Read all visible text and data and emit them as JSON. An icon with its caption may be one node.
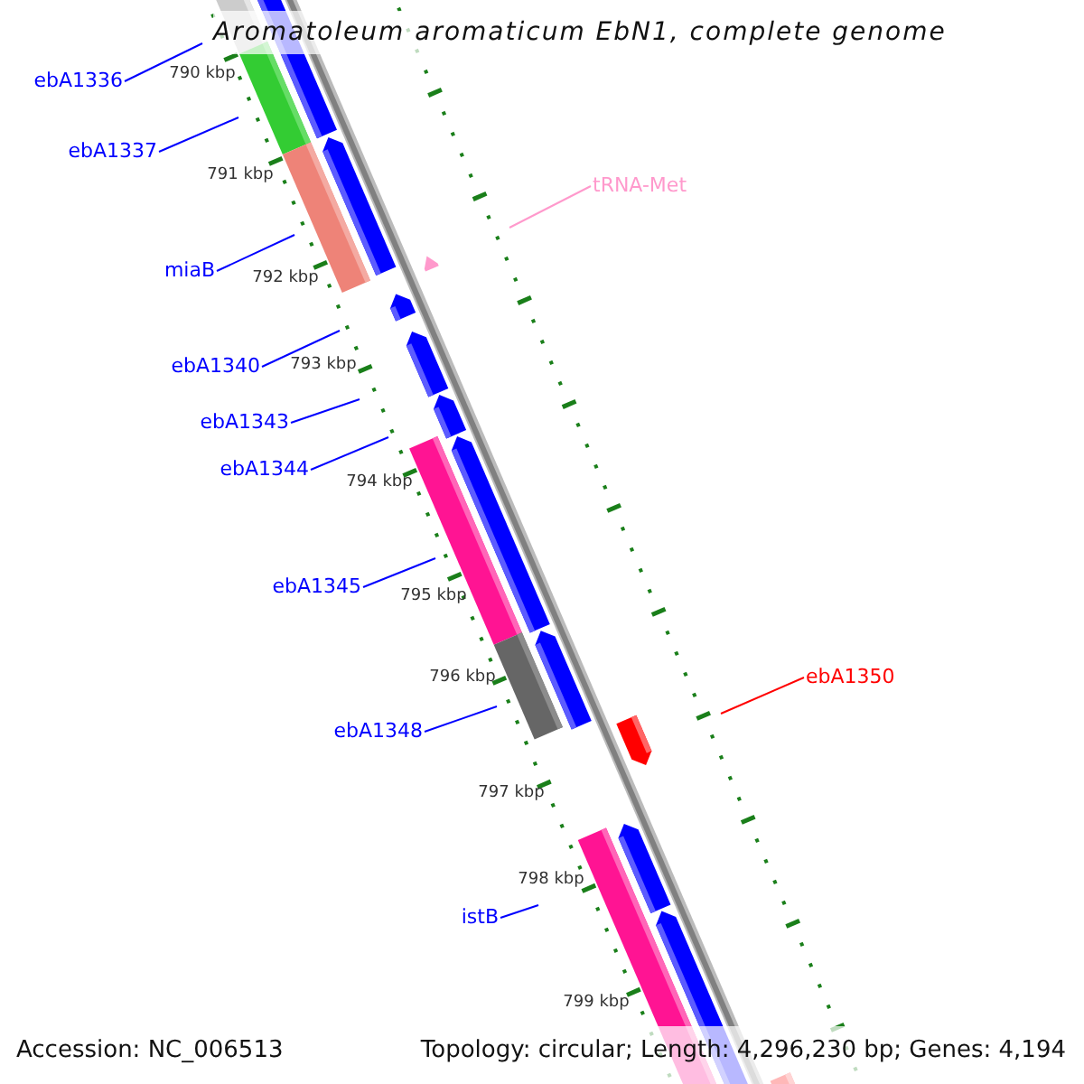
{
  "diagram": {
    "title": "Aromatoleum aromaticum EbN1, complete genome",
    "nodes": [
      {
        "text": [
          "ebA1336"
        ]
      },
      {
        "text": [
          "ebA1337"
        ]
      },
      {
        "text": [
          "tRNA-Met"
        ]
      },
      {
        "text": [
          "miaB"
        ]
      },
      {
        "text": [
          "ebA1340"
        ]
      },
      {
        "text": [
          "ebA1343"
        ]
      },
      {
        "text": [
          "ebA1344"
        ]
      },
      {
        "text": [
          "ebA1345"
        ]
      },
      {
        "text": [
          "ebA1350"
        ]
      },
      {
        "text": [
          "ebA1348"
        ]
      },
      {
        "text": [
          "istB"
        ]
      }
    ],
    "edges": [
      {
        "from": 0,
        "to": null,
        "arrow": "none"
      },
      {
        "from": 1,
        "to": null,
        "arrow": "none"
      },
      {
        "from": 2,
        "to": null,
        "arrow": "none",
        "color": "#ff99cc"
      },
      {
        "from": 3,
        "to": null,
        "arrow": "none"
      },
      {
        "from": 4,
        "to": null,
        "arrow": "none"
      },
      {
        "from": 5,
        "to": null,
        "arrow": "none"
      },
      {
        "from": 6,
        "to": null,
        "arrow": "none"
      },
      {
        "from": 7,
        "to": null,
        "arrow": "none"
      },
      {
        "from": 8,
        "to": null,
        "arrow": "none",
        "color": "#ff0000"
      },
      {
        "from": 9,
        "to": null,
        "arrow": "none"
      },
      {
        "from": 10,
        "to": null,
        "arrow": "none"
      }
    ],
    "labels": [
      "790 kbp",
      "791 kbp",
      "792 kbp",
      "793 kbp",
      "794 kbp",
      "795 kbp",
      "796 kbp",
      "797 kbp",
      "798 kbp",
      "799 kbp",
      "Accession: NC_006513",
      "Topology: circular; Length: 4,296,230 bp; Genes: 4,194"
    ]
  }
}
